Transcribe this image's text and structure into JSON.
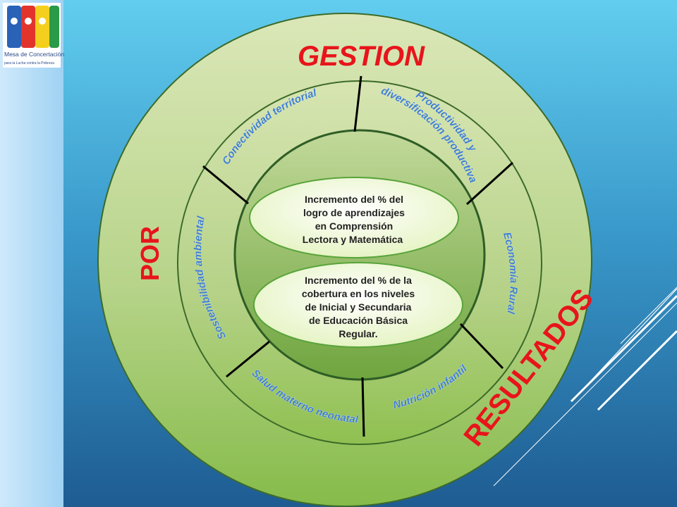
{
  "logo": {
    "line1": "Mesa de Concertación",
    "line2": "para la Lucha contra la Pobreza"
  },
  "outer_ring": {
    "top": "GESTION",
    "left": "POR",
    "bottom_right": "RESULTADOS"
  },
  "middle_ring": {
    "segments": [
      {
        "lines": [
          "Conectividad territorial"
        ]
      },
      {
        "lines": [
          "Productividad y",
          "diversificación productiva"
        ]
      },
      {
        "lines": [
          "Economía Rural"
        ]
      },
      {
        "lines": [
          "Nutrición infantil"
        ]
      },
      {
        "lines": [
          "Salud materno neonatal"
        ]
      },
      {
        "lines": [
          "Sostenibilidad ambiental"
        ]
      }
    ]
  },
  "center": {
    "goal1": [
      "Incremento del % del",
      "logro de aprendizajes",
      "en Comprensión",
      "Lectora y Matemática"
    ],
    "goal2": [
      "Incremento del % de la",
      "cobertura en los niveles",
      "de Inicial y Secundaria",
      "de Educación Básica",
      "Regular."
    ]
  },
  "colors": {
    "outer_ring_top": "#d9e6b4",
    "outer_ring_bottom": "#8cbf4f",
    "inner_circle": "#78ad48",
    "outer_text": "#e8141b",
    "segment_text": "#3f7fd0",
    "ellipse_fill": "#f3fae2",
    "background_top": "#5fc8ea",
    "background_bottom": "#1f5f95"
  }
}
